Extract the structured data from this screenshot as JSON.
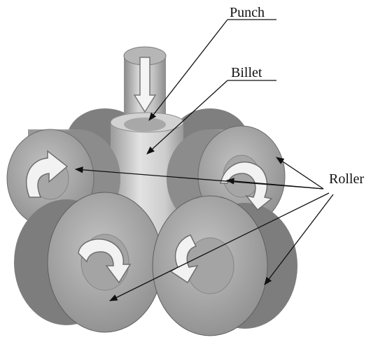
{
  "labels": {
    "punch": "Punch",
    "billet": "Billet",
    "roller": "Roller"
  },
  "colors": {
    "background": "#ffffff",
    "metal_light": "#c9c9c9",
    "metal_mid": "#a5a5a5",
    "metal_dark": "#6e6e6e",
    "arrow_fill": "#f2f2f2",
    "line": "#111111"
  }
}
